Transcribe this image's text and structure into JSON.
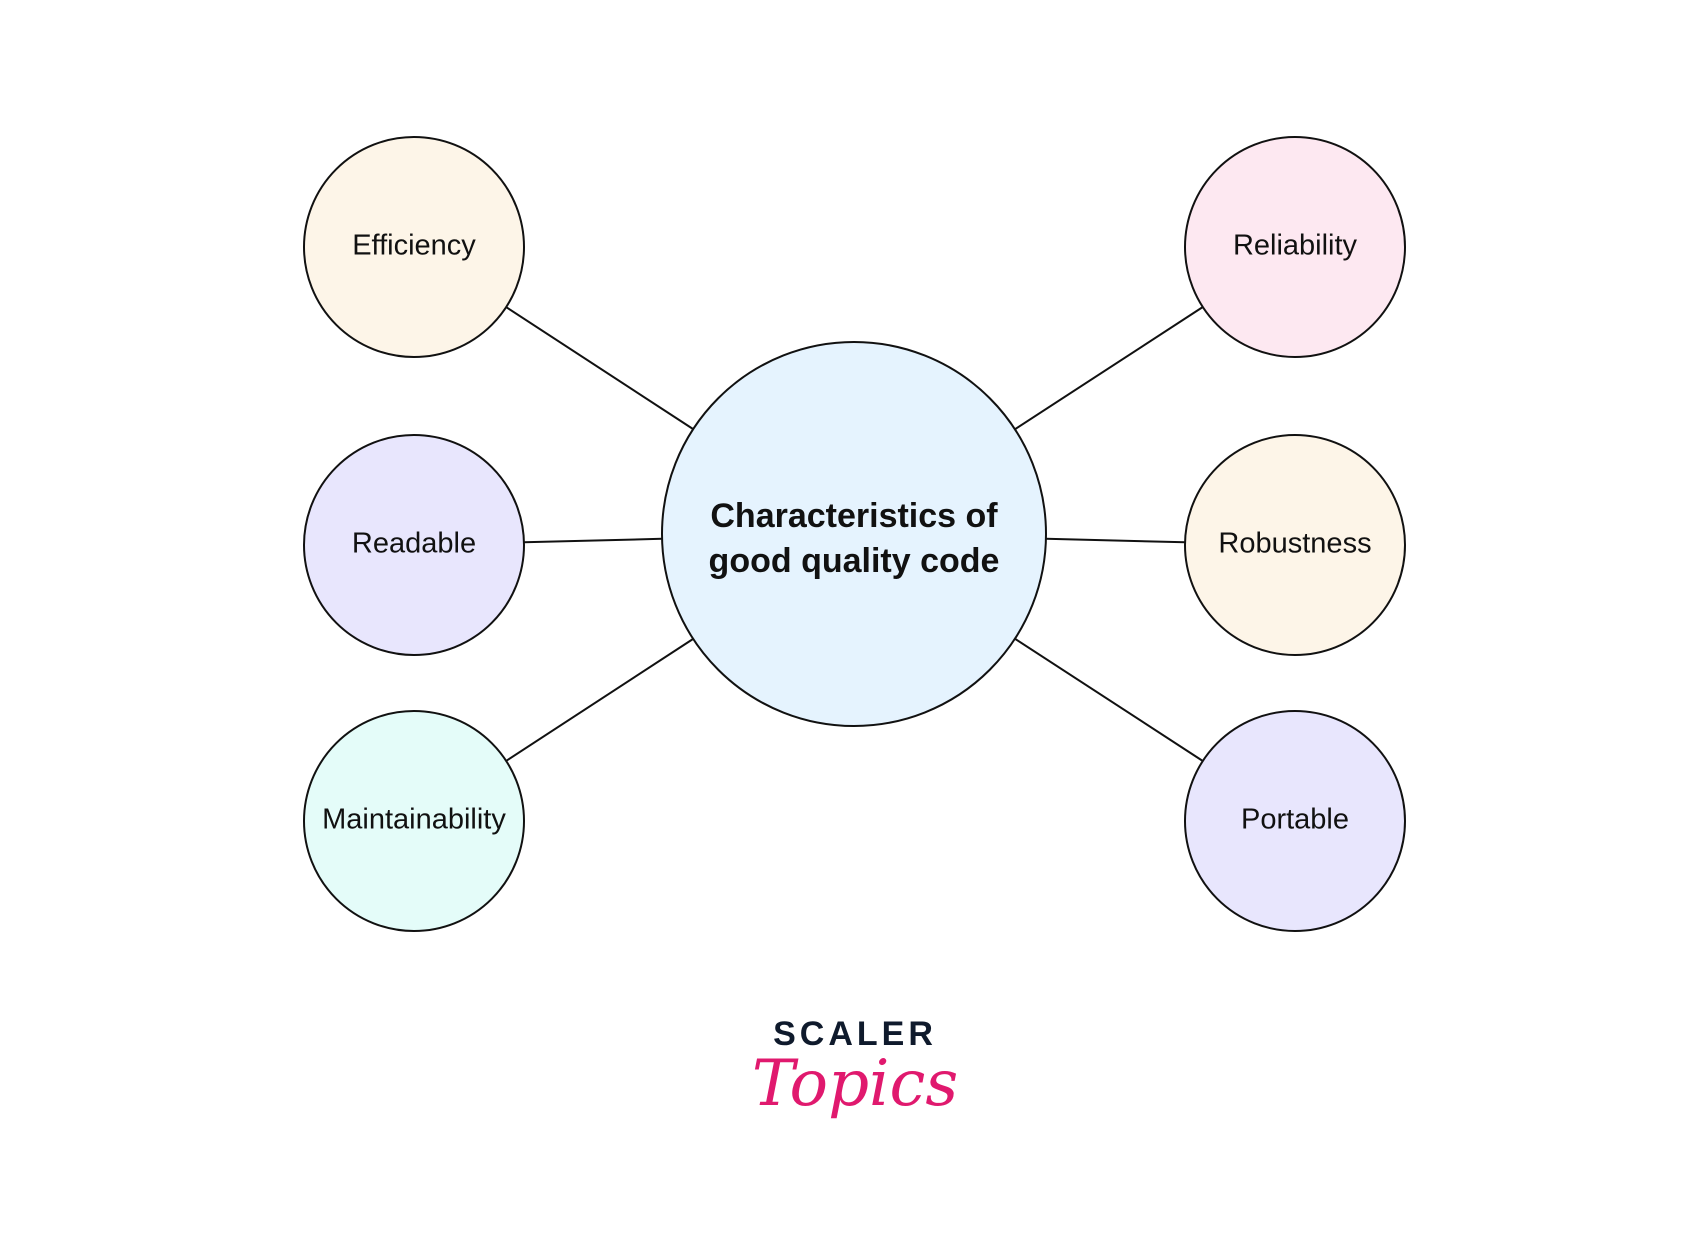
{
  "center": {
    "line1": "Characteristics of",
    "line2": "good quality code",
    "color": "#e5f3fe"
  },
  "nodes": [
    {
      "label": "Efficiency",
      "color": "#fdf5e8"
    },
    {
      "label": "Readable",
      "color": "#e8e6fd"
    },
    {
      "label": "Maintainability",
      "color": "#e4fcf9"
    },
    {
      "label": "Reliability",
      "color": "#fde8f1"
    },
    {
      "label": "Robustness",
      "color": "#fdf5e8"
    },
    {
      "label": "Portable",
      "color": "#e8e6fd"
    }
  ],
  "logo": {
    "top": "SCALER",
    "bottom": "Topics"
  }
}
